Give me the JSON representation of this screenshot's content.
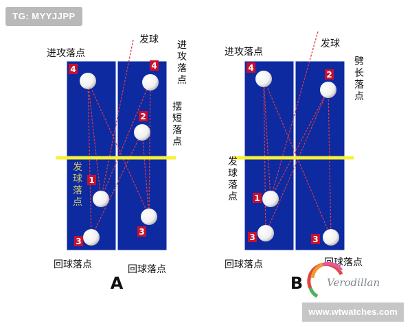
{
  "watermark": {
    "tag": "TG: MYYJJPP",
    "url": "www.wtwatches.com",
    "brand": "Verodillan"
  },
  "colors": {
    "table": "#0d2aa0",
    "net": "#f7f03a",
    "line": "#ffffff",
    "trajectory": "#d43a4a",
    "marker": "#c8102e",
    "text": "#111111",
    "serve_label": "#c9c66a"
  },
  "panel_a": {
    "letter": "A",
    "serve": "发球",
    "attack_spot": "进攻落点",
    "attack_spot_right": "进攻落点",
    "short_spot": "摆短落点",
    "serve_spot": "发球落点",
    "return_spot_left": "回球落点",
    "return_spot_right": "回球落点",
    "markers": [
      "4",
      "4",
      "2",
      "1",
      "3",
      "3"
    ]
  },
  "panel_b": {
    "letter": "B",
    "serve": "发球",
    "attack_spot": "进攻落点",
    "long_spot": "劈长落点",
    "serve_spot": "发球落点",
    "return_spot_left": "回球落点",
    "return_spot_right": "回球落点",
    "markers": [
      "4",
      "2",
      "1",
      "3",
      "3"
    ]
  }
}
